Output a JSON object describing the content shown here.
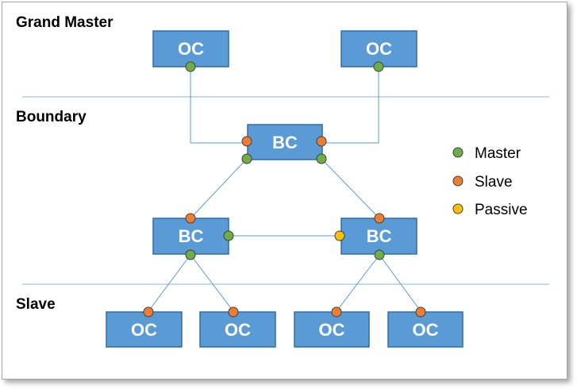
{
  "tiers": {
    "grand_master": "Grand Master",
    "boundary": "Boundary",
    "slave": "Slave"
  },
  "nodes": {
    "gm_left": "OC",
    "gm_right": "OC",
    "bc_top": "BC",
    "bc_left": "BC",
    "bc_right": "BC",
    "slave_1": "OC",
    "slave_2": "OC",
    "slave_3": "OC",
    "slave_4": "OC"
  },
  "legend": {
    "master": "Master",
    "slave": "Slave",
    "passive": "Passive"
  },
  "colors": {
    "node_fill": "#5b9bd5",
    "node_border": "#2e6da4",
    "line": "#5b9bd5",
    "master": "#70ad47",
    "slave": "#ed7d31",
    "passive": "#ffc000",
    "divider": "#9dc3e6"
  }
}
